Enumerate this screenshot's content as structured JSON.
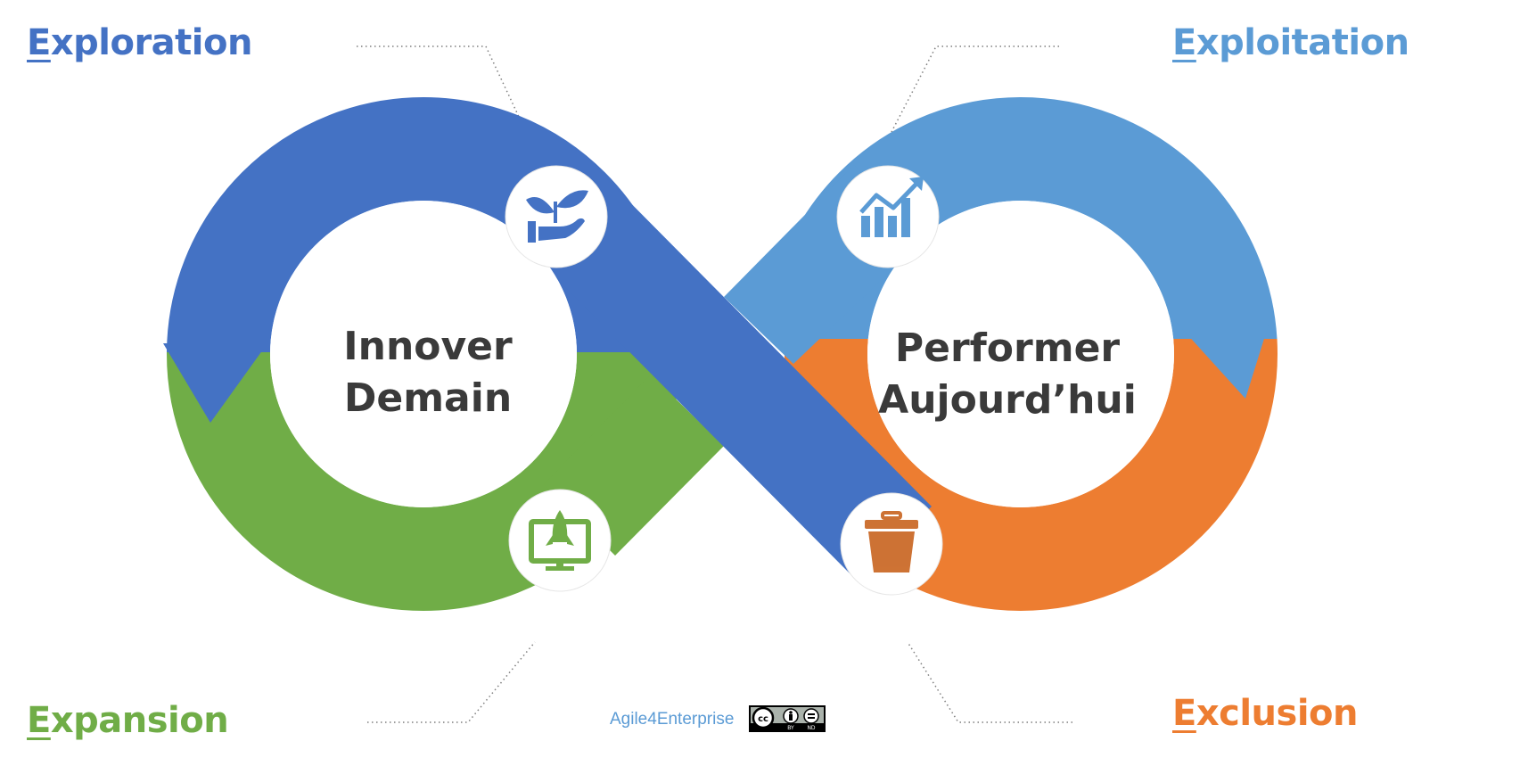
{
  "labels": {
    "exploration": {
      "first": "E",
      "rest": "xploration"
    },
    "exploitation": {
      "first": "E",
      "rest": "xploitation"
    },
    "expansion": {
      "first": "E",
      "rest": "xpansion"
    },
    "exclusion": {
      "first": "E",
      "rest": "xclusion"
    }
  },
  "centers": {
    "left": {
      "line1": "Innover",
      "line2": "Demain"
    },
    "right": {
      "line1": "Performer",
      "line2": "Aujourd’hui"
    }
  },
  "footer": {
    "brand": "Agile4Enterprise",
    "license": {
      "cc": "cc",
      "by": "BY",
      "nd": "ND"
    }
  },
  "colors": {
    "exploration": "#4472c4",
    "exploitation": "#5b9bd5",
    "expansion": "#70ad47",
    "exclusion": "#ed7d31",
    "text": "#3a3a3a"
  },
  "icons": {
    "exploration": "plant-in-hand-icon",
    "exploitation": "rising-bar-chart-icon",
    "expansion": "rocket-monitor-icon",
    "exclusion": "trash-bin-icon"
  }
}
